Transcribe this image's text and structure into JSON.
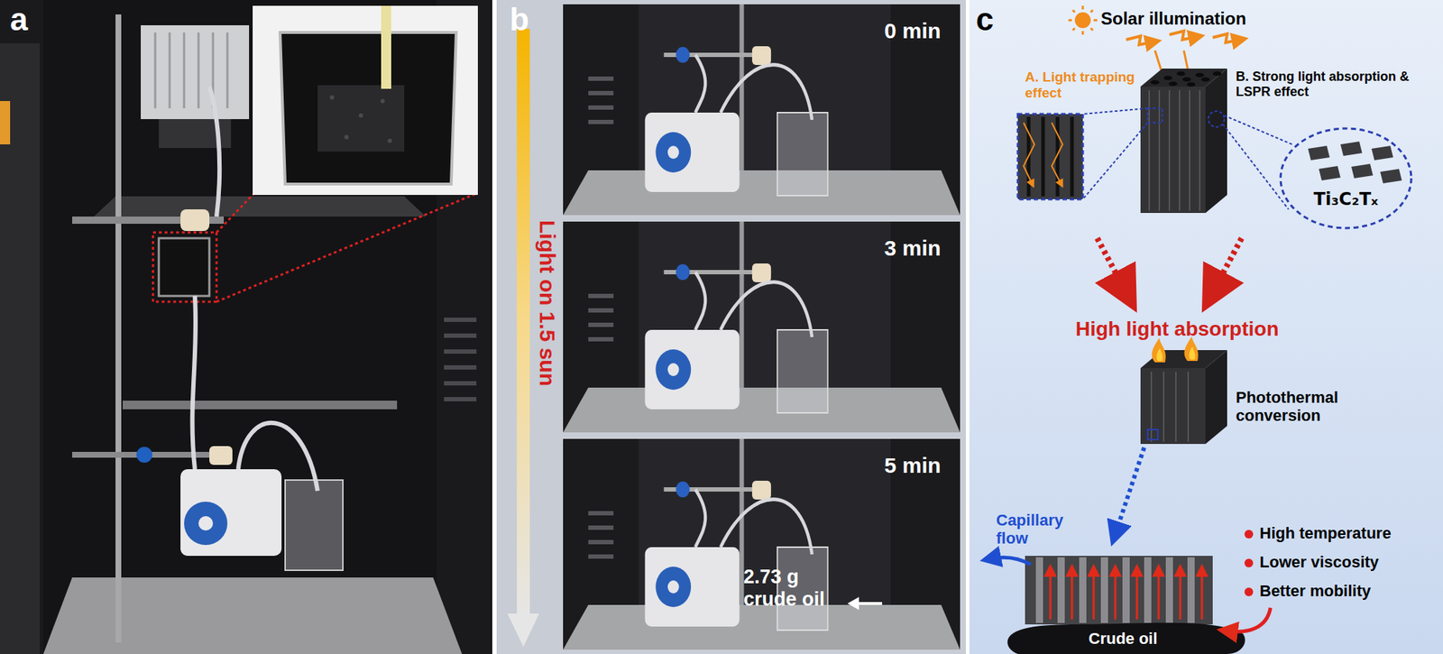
{
  "diagram": {
    "nodes": [
      {
        "text": [
          "Ti₃C₂Tₓ"
        ]
      }
    ],
    "labels": [
      "a",
      "b",
      "c",
      "Light on 1.5 sun",
      "0 min",
      "3 min",
      "5 min",
      "2.73 g crude oil",
      "Solar illumination",
      "A. Light trapping effect",
      "B. Strong light absorption & LSPR effect",
      "High light absorption",
      "Photothermal conversion",
      "Capillary flow",
      "High temperature",
      "Lower viscosity",
      "Better mobility",
      "Crude oil"
    ]
  }
}
